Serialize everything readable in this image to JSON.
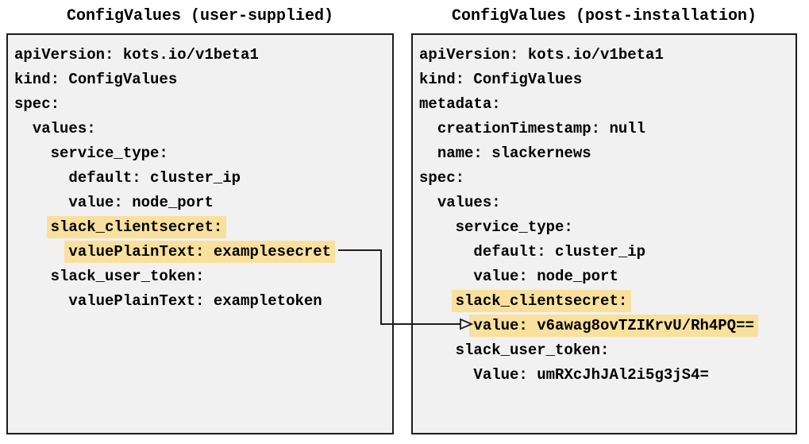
{
  "colors": {
    "page_bg": "#ffffff",
    "panel_bg": "#f1f1f1",
    "panel_border": "#1c1c1c",
    "text": "#000000",
    "highlight": "#f9e09c",
    "arrow": "#1c1c1c"
  },
  "panels": {
    "left": {
      "title": "ConfigValues (user-supplied)",
      "lines": [
        {
          "indent": "",
          "text": "apiVersion: kots.io/v1beta1",
          "highlight": false
        },
        {
          "indent": "",
          "text": "kind: ConfigValues",
          "highlight": false
        },
        {
          "indent": "",
          "text": "spec:",
          "highlight": false
        },
        {
          "indent": "  ",
          "text": "values:",
          "highlight": false
        },
        {
          "indent": "    ",
          "text": "service_type:",
          "highlight": false
        },
        {
          "indent": "      ",
          "text": "default: cluster_ip",
          "highlight": false
        },
        {
          "indent": "      ",
          "text": "value: node_port",
          "highlight": false
        },
        {
          "indent": "    ",
          "text": "slack_clientsecret:",
          "highlight": true
        },
        {
          "indent": "      ",
          "text": "valuePlainText: examplesecret",
          "highlight": true
        },
        {
          "indent": "    ",
          "text": "slack_user_token:",
          "highlight": false
        },
        {
          "indent": "      ",
          "text": "valuePlainText: exampletoken",
          "highlight": false
        }
      ]
    },
    "right": {
      "title": "ConfigValues (post-installation)",
      "lines": [
        {
          "indent": "",
          "text": "apiVersion: kots.io/v1beta1",
          "highlight": false
        },
        {
          "indent": "",
          "text": "kind: ConfigValues",
          "highlight": false
        },
        {
          "indent": "",
          "text": "metadata:",
          "highlight": false
        },
        {
          "indent": "  ",
          "text": "creationTimestamp: null",
          "highlight": false
        },
        {
          "indent": "  ",
          "text": "name: slackernews",
          "highlight": false
        },
        {
          "indent": "",
          "text": "spec:",
          "highlight": false
        },
        {
          "indent": "  ",
          "text": "values:",
          "highlight": false
        },
        {
          "indent": "    ",
          "text": "service_type:",
          "highlight": false
        },
        {
          "indent": "      ",
          "text": "default: cluster_ip",
          "highlight": false
        },
        {
          "indent": "      ",
          "text": "value: node_port",
          "highlight": false
        },
        {
          "indent": "    ",
          "text": "slack_clientsecret:",
          "highlight": true
        },
        {
          "indent": "      ",
          "text": "value: v6awag8ovTZIKrvU/Rh4PQ==",
          "highlight": true
        },
        {
          "indent": "    ",
          "text": "slack_user_token:",
          "highlight": false
        },
        {
          "indent": "      ",
          "text": "Value: umRXcJhJAl2i5g3jS4=",
          "highlight": false
        }
      ]
    }
  }
}
